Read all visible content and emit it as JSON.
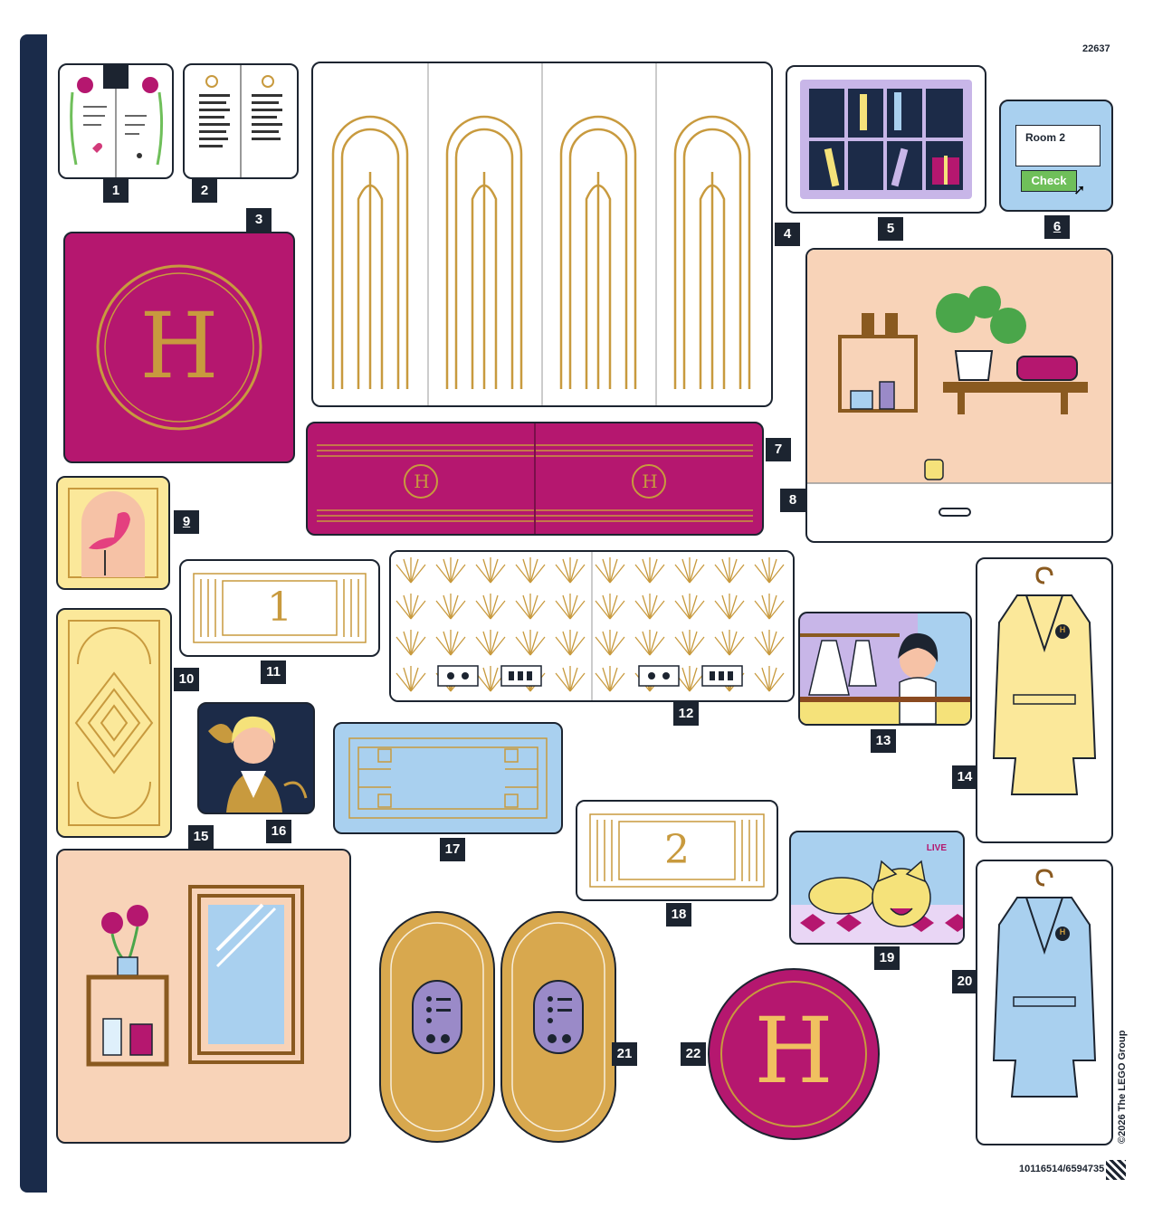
{
  "sheet": {
    "set_number": "22637",
    "copyright": "©2026 The LEGO Group",
    "part_numbers": "10116514/6594735"
  },
  "stickers": {
    "s1": {
      "number": "1"
    },
    "s2": {
      "number": "2"
    },
    "s3": {
      "number": "3",
      "letter": "H"
    },
    "s4": {
      "number": "4"
    },
    "s5": {
      "number": "5"
    },
    "s6": {
      "number": "6",
      "room_label": "Room 2",
      "check_label": "Check"
    },
    "s7": {
      "number": "7",
      "letter": "H"
    },
    "s8": {
      "number": "8"
    },
    "s9": {
      "number": "9"
    },
    "s10": {
      "number": "10"
    },
    "s11": {
      "number": "11",
      "digit": "1"
    },
    "s12": {
      "number": "12"
    },
    "s13": {
      "number": "13"
    },
    "s14": {
      "number": "14",
      "badge": "H"
    },
    "s15": {
      "number": "15"
    },
    "s16": {
      "number": "16"
    },
    "s17": {
      "number": "17"
    },
    "s18": {
      "number": "18",
      "digit": "2"
    },
    "s19": {
      "number": "19",
      "live_label": "LIVE"
    },
    "s20": {
      "number": "20",
      "badge": "H"
    },
    "s21": {
      "number": "21"
    },
    "s22": {
      "number": "22",
      "letter": "H"
    }
  },
  "colors": {
    "magenta": "#b5176f",
    "gold": "#c89a3e",
    "peach": "#f8d3b8",
    "yellow": "#fbe89a",
    "light_blue": "#a9d0ef",
    "navy": "#1c2430"
  }
}
